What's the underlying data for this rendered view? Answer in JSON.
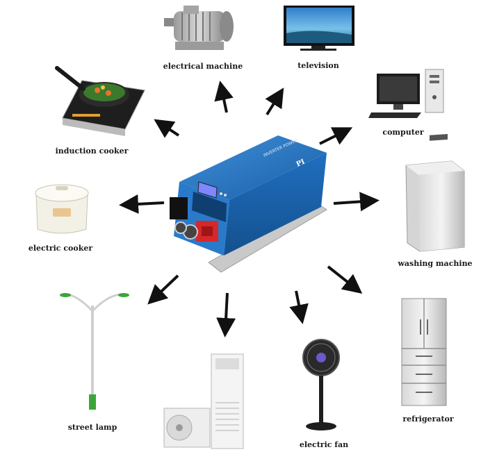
{
  "labels": {
    "electrical_machine": "electrical machine",
    "television": "television",
    "computer": "computer",
    "induction_cooker": "induction cooker",
    "electric_cooker": "electric cooker",
    "washing_machine": "washing machine",
    "street_lamp": "street lamp",
    "electric_fan": "electric fan",
    "refrigerator": "refrigerator"
  },
  "inverter": {
    "panel_text": "INVERTER POWER",
    "model_badge": "PI"
  },
  "colors": {
    "inverter_blue": "#1e6fbf",
    "arrow": "#111111",
    "terminal_red": "#d62828",
    "lamp_green": "#3aa63a"
  }
}
